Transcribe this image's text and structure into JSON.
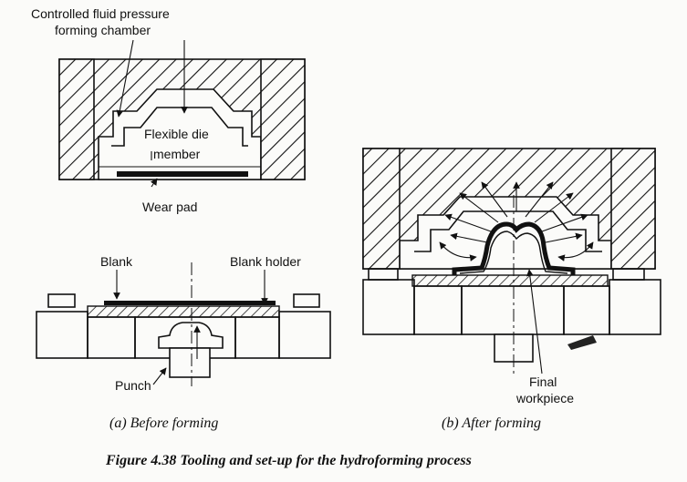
{
  "labels": {
    "chamber_line1": "Controlled fluid pressure",
    "chamber_line2": "forming chamber",
    "flexible_line1": "Flexible die",
    "flexible_line2": "member",
    "wear_pad": "Wear pad",
    "blank": "Blank",
    "blank_holder": "Blank holder",
    "punch": "Punch",
    "final_line1": "Final",
    "final_line2": "workpiece"
  },
  "captions": {
    "a": "(a) Before forming",
    "b": "(b) After forming",
    "figure": "Figure 4.38 Tooling and set-up for the hydroforming process"
  },
  "colors": {
    "ink": "#111111",
    "paper": "#fbfbf9"
  }
}
